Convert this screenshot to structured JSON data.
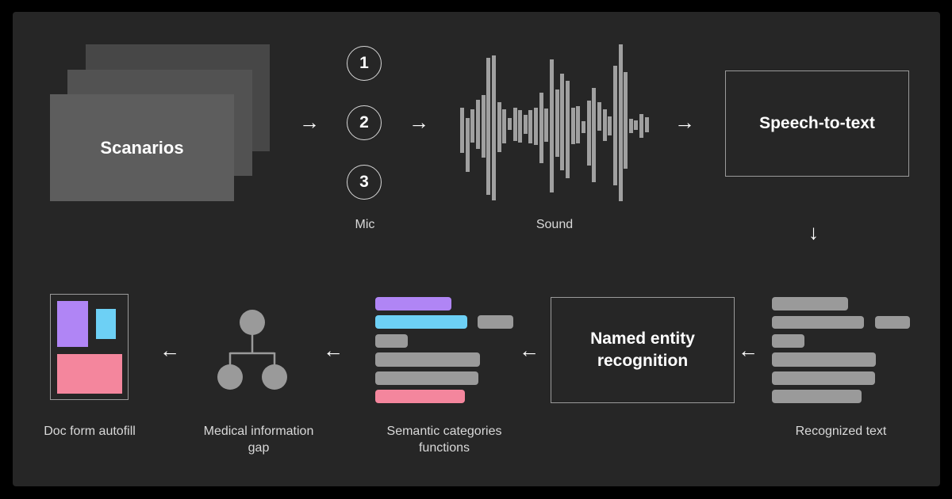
{
  "colors": {
    "background": "#262626",
    "card_back": "#474747",
    "card_middle": "#525252",
    "card_front": "#5d5d5d",
    "bar_grey": "#9a9a9a",
    "purple": "#b085f5",
    "blue": "#6dd0f5",
    "pink": "#f4869d"
  },
  "scenarios": {
    "label": "Scanarios"
  },
  "mic": {
    "options": [
      "1",
      "2",
      "3"
    ],
    "caption": "Mic"
  },
  "sound": {
    "caption": "Sound",
    "bars": [
      [
        86,
        143
      ],
      [
        99,
        167
      ],
      [
        88,
        130
      ],
      [
        76,
        138
      ],
      [
        70,
        149
      ],
      [
        23,
        196
      ],
      [
        20,
        203
      ],
      [
        79,
        142
      ],
      [
        88,
        131
      ],
      [
        99,
        114
      ],
      [
        86,
        128
      ],
      [
        89,
        130
      ],
      [
        95,
        119
      ],
      [
        89,
        131
      ],
      [
        86,
        133
      ],
      [
        67,
        156
      ],
      [
        87,
        129
      ],
      [
        25,
        193
      ],
      [
        63,
        148
      ],
      [
        43,
        165
      ],
      [
        52,
        175
      ],
      [
        86,
        132
      ],
      [
        84,
        131
      ],
      [
        103,
        118
      ],
      [
        77,
        159
      ],
      [
        61,
        180
      ],
      [
        79,
        115
      ],
      [
        88,
        128
      ],
      [
        97,
        121
      ],
      [
        33,
        184
      ],
      [
        6,
        204
      ],
      [
        41,
        163
      ],
      [
        100,
        118
      ],
      [
        102,
        114
      ],
      [
        94,
        124
      ],
      [
        98,
        117
      ]
    ]
  },
  "speech_to_text": {
    "label": "Speech-to-text"
  },
  "recognized_text": {
    "caption": "Recognized text"
  },
  "ner": {
    "label": "Named entity recognition"
  },
  "semantic": {
    "caption_line1": "Semantic categories",
    "caption_line2": "functions"
  },
  "medical": {
    "caption_line1": "Medical information",
    "caption_line2": "gap"
  },
  "doc_form": {
    "caption": "Doc form autofill"
  },
  "arrows": {
    "right": "→",
    "down": "↓",
    "left": "←"
  }
}
